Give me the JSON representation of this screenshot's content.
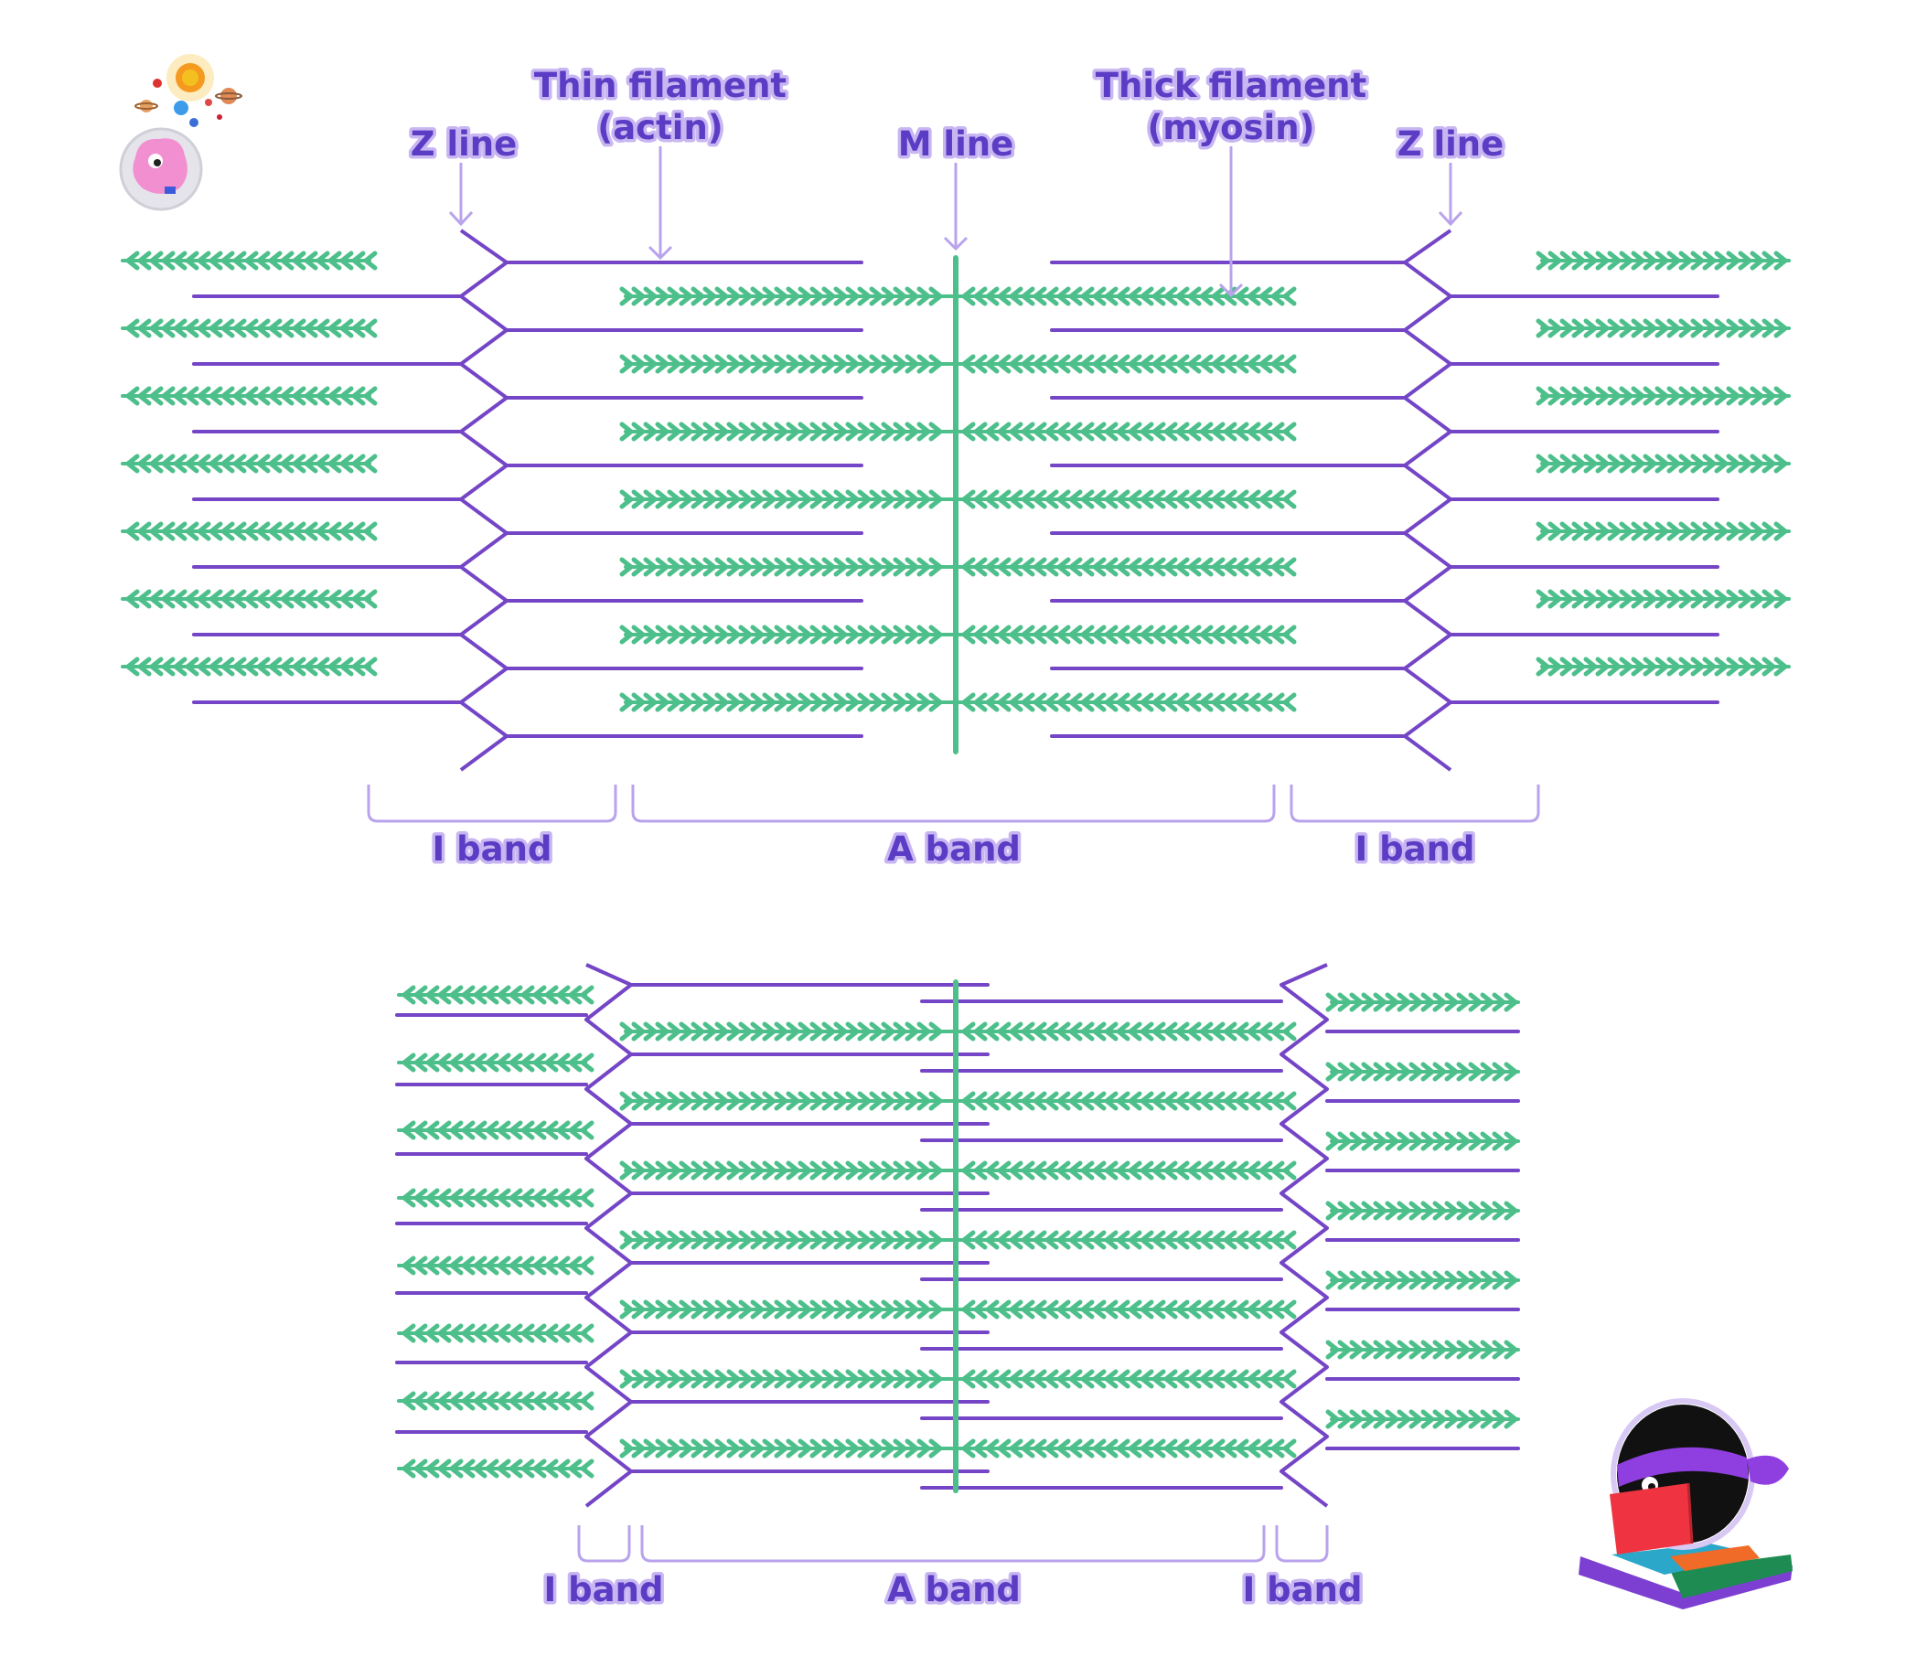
{
  "colors": {
    "thin_filament": "#7445c6",
    "thick_filament": "#4dbf8b",
    "pointer": "#b9a3ec",
    "label_text": "#5b3cc4",
    "label_outline": "#c8b6f2"
  },
  "relaxed": {
    "labels": {
      "z_line_left": "Z line",
      "thin_filament_line1": "Thin filament",
      "thin_filament_line2": "(actin)",
      "m_line": "M line",
      "thick_filament_line1": "Thick filament",
      "thick_filament_line2": "(myosin)",
      "z_line_right": "Z line"
    },
    "bands": {
      "i_band_left": "I band",
      "a_band": "A band",
      "i_band_right": "I band"
    }
  },
  "contracted": {
    "bands": {
      "i_band_left": "I band",
      "a_band": "A band",
      "i_band_right": "I band"
    }
  },
  "mascots": {
    "top_left": "astronaut-mascot-icon",
    "bottom_right": "ninja-reading-mascot-icon"
  }
}
